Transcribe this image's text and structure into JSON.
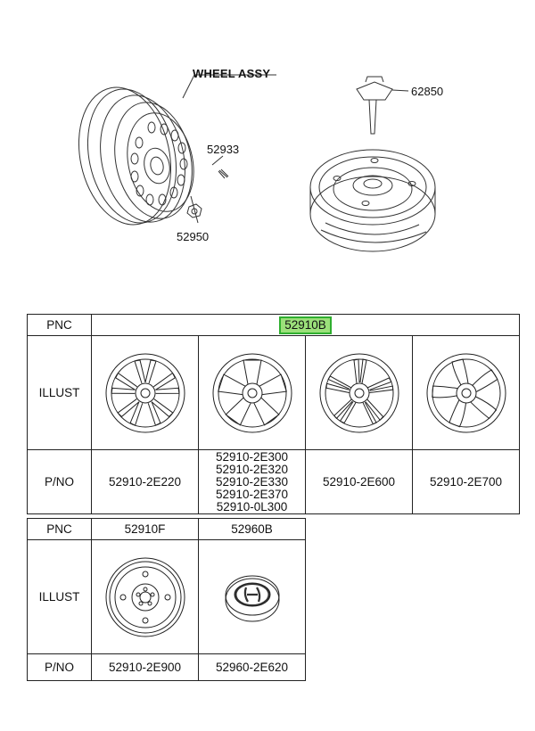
{
  "diagram": {
    "title": "WHEEL ASSY",
    "callouts": {
      "bolt": "52933",
      "nut": "52950",
      "jack": "62850"
    }
  },
  "table1": {
    "pnc_label": "PNC",
    "illust_label": "ILLUST",
    "pno_label": "P/NO",
    "pnc_value": "52910B",
    "columns": [
      {
        "icon": "alloy-wheel-5-split-spoke-icon",
        "part_numbers": [
          "52910-2E220"
        ]
      },
      {
        "icon": "alloy-wheel-5-spoke-icon",
        "part_numbers": [
          "52910-2E300",
          "52910-2E320",
          "52910-2E330",
          "52910-2E370",
          "52910-0L300"
        ]
      },
      {
        "icon": "alloy-wheel-10-spoke-icon",
        "part_numbers": [
          "52910-2E600"
        ]
      },
      {
        "icon": "alloy-wheel-twisted-spoke-icon",
        "part_numbers": [
          "52910-2E700"
        ]
      }
    ]
  },
  "table2": {
    "pnc_label": "PNC",
    "illust_label": "ILLUST",
    "pno_label": "P/NO",
    "columns": [
      {
        "pnc": "52910F",
        "icon": "steel-spare-wheel-icon",
        "part_number": "52910-2E900"
      },
      {
        "pnc": "52960B",
        "icon": "hubcap-emblem-icon",
        "part_number": "52960-2E620"
      }
    ]
  },
  "colors": {
    "highlight_fill": "#9be07a",
    "highlight_border": "#2fae2f",
    "line": "#222222"
  }
}
